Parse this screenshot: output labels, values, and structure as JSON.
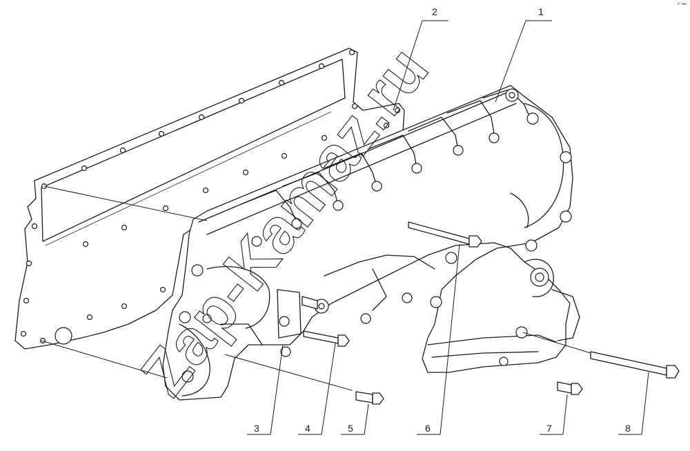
{
  "callouts": [
    {
      "label": "1"
    },
    {
      "label": "2"
    },
    {
      "label": "3"
    },
    {
      "label": "4"
    },
    {
      "label": "5"
    },
    {
      "label": "6"
    },
    {
      "label": "7"
    },
    {
      "label": "8"
    }
  ],
  "watermark": "Zap-Kamaz.ru",
  "corner_mark": "•° •••"
}
